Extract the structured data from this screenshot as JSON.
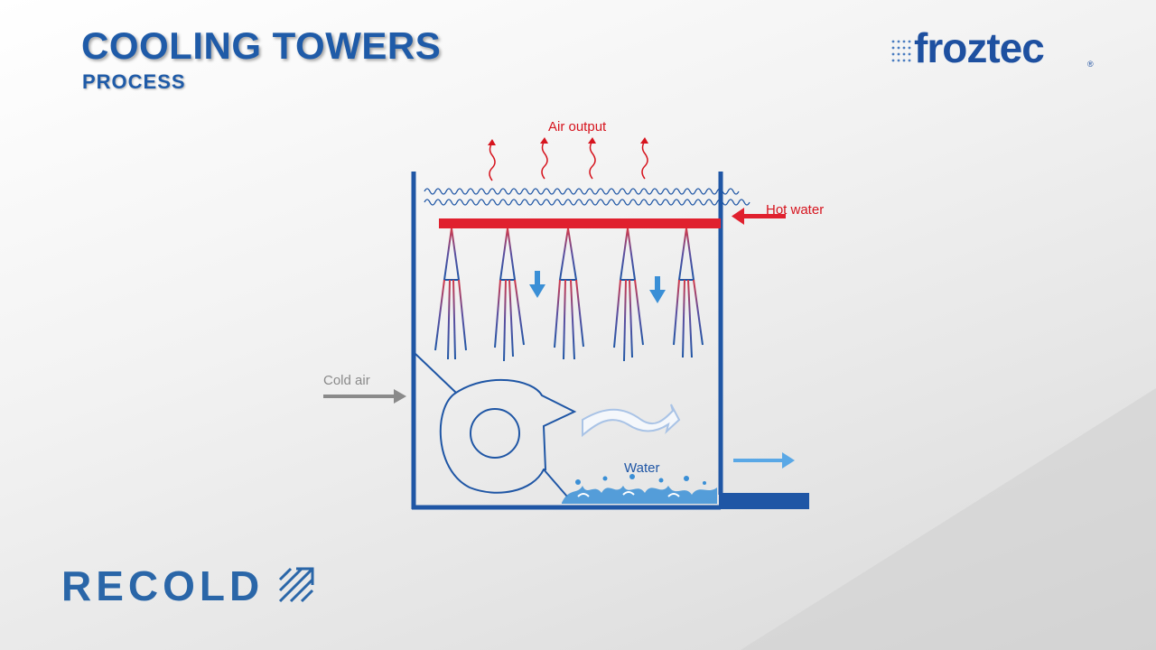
{
  "header": {
    "title": "COOLING TOWERS",
    "subtitle": "PROCESS"
  },
  "brand": {
    "name": "froztec",
    "registered": "®"
  },
  "footer_brand": {
    "name": "RECOLD"
  },
  "diagram": {
    "labels": {
      "air_output": "Air output",
      "hot_water": "Hot water",
      "cold_air": "Cold air",
      "water": "Water"
    }
  },
  "colors": {
    "title_blue": "#1f5ba8",
    "tower_blue": "#1f56a5",
    "hot_red": "#e0202e",
    "label_red": "#d6141e",
    "cold_gray": "#8a8a8a",
    "water_blue": "#3a8fd6"
  }
}
